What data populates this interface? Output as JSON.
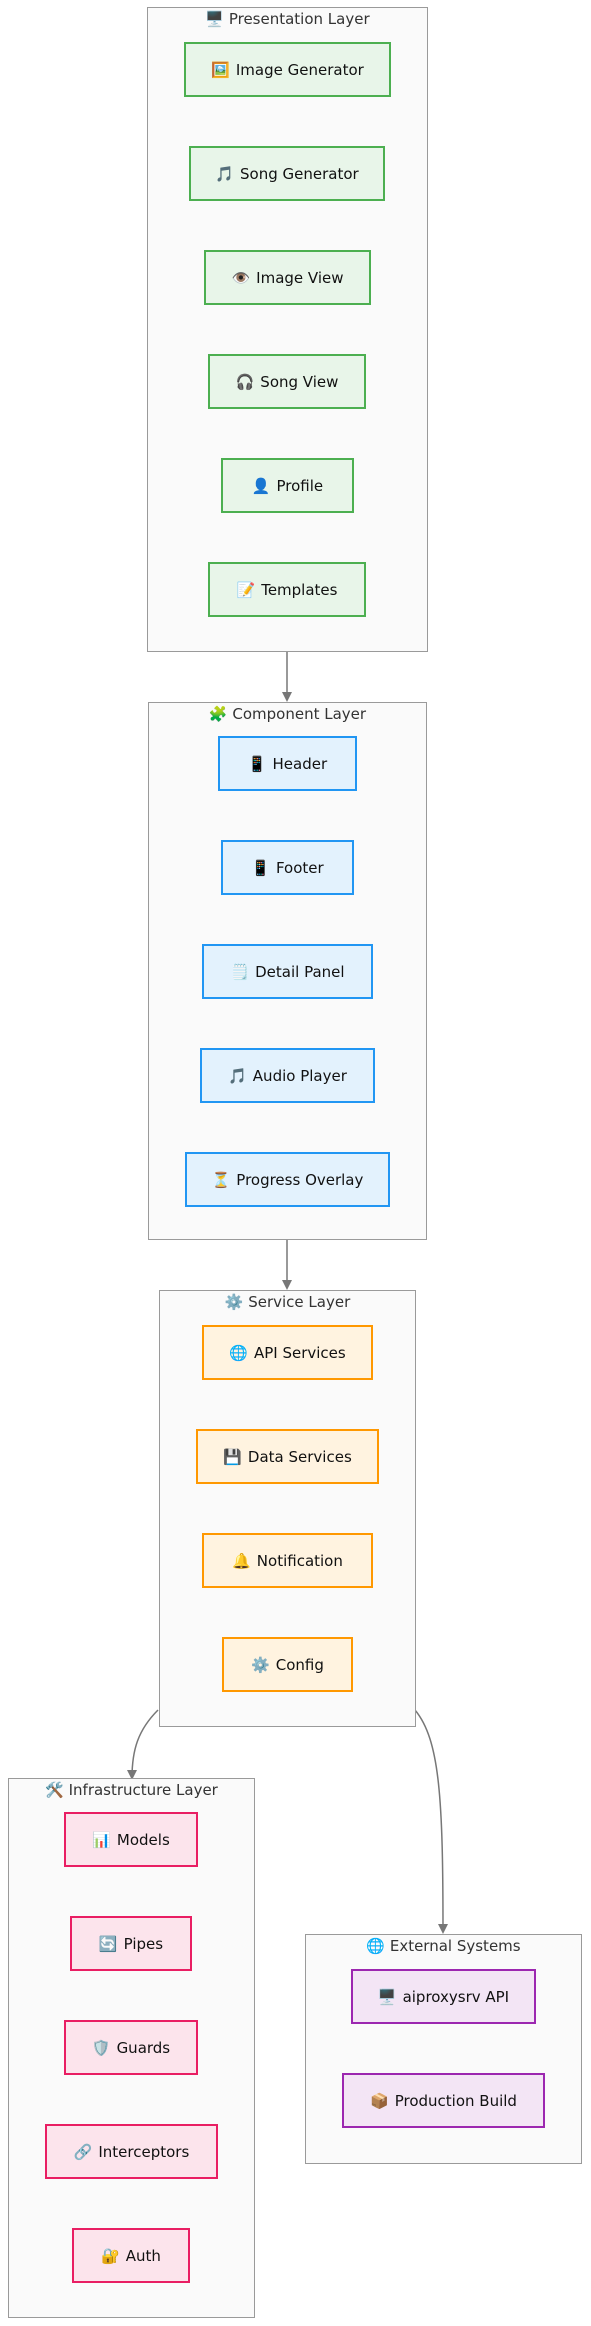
{
  "layers": {
    "presentation": {
      "icon": "🖥️",
      "title": "Presentation Layer",
      "nodes": [
        {
          "icon": "🖼️",
          "label": "Image Generator"
        },
        {
          "icon": "🎵",
          "label": "Song Generator"
        },
        {
          "icon": "👁️",
          "label": "Image View"
        },
        {
          "icon": "🎧",
          "label": "Song View"
        },
        {
          "icon": "👤",
          "label": "Profile"
        },
        {
          "icon": "📝",
          "label": "Templates"
        }
      ]
    },
    "component": {
      "icon": "🧩",
      "title": "Component Layer",
      "nodes": [
        {
          "icon": "📱",
          "label": "Header"
        },
        {
          "icon": "📱",
          "label": "Footer"
        },
        {
          "icon": "🗒️",
          "label": "Detail Panel"
        },
        {
          "icon": "🎵",
          "label": "Audio Player"
        },
        {
          "icon": "⏳",
          "label": "Progress Overlay"
        }
      ]
    },
    "service": {
      "icon": "⚙️",
      "title": "Service Layer",
      "nodes": [
        {
          "icon": "🌐",
          "label": "API Services"
        },
        {
          "icon": "💾",
          "label": "Data Services"
        },
        {
          "icon": "🔔",
          "label": "Notification"
        },
        {
          "icon": "⚙️",
          "label": "Config"
        }
      ]
    },
    "infrastructure": {
      "icon": "🛠️",
      "title": "Infrastructure Layer",
      "nodes": [
        {
          "icon": "📊",
          "label": "Models"
        },
        {
          "icon": "🔄",
          "label": "Pipes"
        },
        {
          "icon": "🛡️",
          "label": "Guards"
        },
        {
          "icon": "🔗",
          "label": "Interceptors"
        },
        {
          "icon": "🔐",
          "label": "Auth"
        }
      ]
    },
    "external": {
      "icon": "🌐",
      "title": "External Systems",
      "nodes": [
        {
          "icon": "🖥️",
          "label": "aiproxysrv API"
        },
        {
          "icon": "📦",
          "label": "Production Build"
        }
      ]
    }
  },
  "colors": {
    "presentation_fill": "#e8f5e9",
    "presentation_stroke": "#4caf50",
    "component_fill": "#e3f2fd",
    "component_stroke": "#2196f3",
    "service_fill": "#fff3e0",
    "service_stroke": "#ff9800",
    "infrastructure_fill": "#fce4ec",
    "infrastructure_stroke": "#e91e63",
    "external_fill": "#f3e5f5",
    "external_stroke": "#9c27b0",
    "edge": "#777777"
  }
}
